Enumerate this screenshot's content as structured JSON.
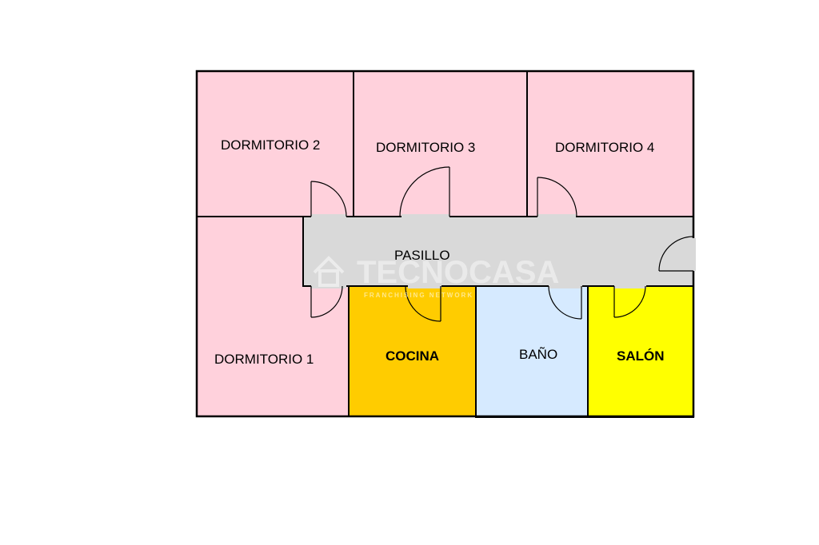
{
  "floorplan": {
    "rooms": {
      "dormitorio_2": {
        "label": "DORMITORIO 2",
        "color": "#ffd1dc"
      },
      "dormitorio_3": {
        "label": "DORMITORIO 3",
        "color": "#ffd1dc"
      },
      "dormitorio_4": {
        "label": "DORMITORIO 4",
        "color": "#ffd1dc"
      },
      "dormitorio_1": {
        "label": "DORMITORIO 1",
        "color": "#ffd1dc"
      },
      "pasillo": {
        "label": "PASILLO",
        "color": "#d9d9d9"
      },
      "cocina": {
        "label": "COCINA",
        "color": "#ffcc00"
      },
      "bano": {
        "label": "BAÑO",
        "color": "#d6eaff"
      },
      "salon": {
        "label": "SALÓN",
        "color": "#ffff00"
      }
    },
    "watermark": {
      "brand": "TECNOCASA",
      "tagline": "FRANCHISING NETWORK"
    }
  }
}
